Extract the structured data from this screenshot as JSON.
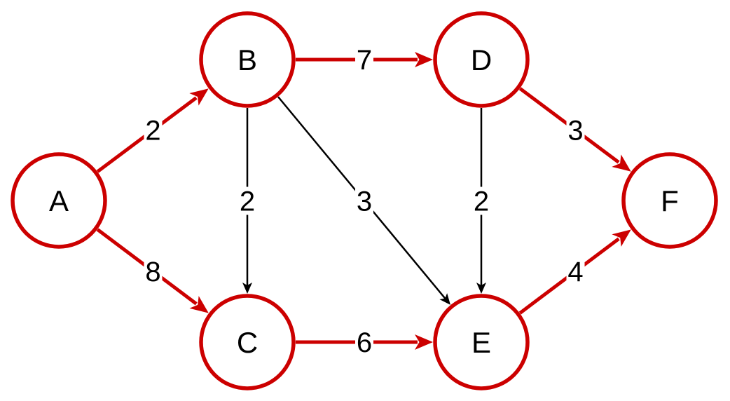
{
  "colors": {
    "highlight": "#CC0000",
    "normal": "#000000",
    "node_fill": "#FFFFFF"
  },
  "nodes": [
    {
      "id": "A",
      "label": "A"
    },
    {
      "id": "B",
      "label": "B"
    },
    {
      "id": "C",
      "label": "C"
    },
    {
      "id": "D",
      "label": "D"
    },
    {
      "id": "E",
      "label": "E"
    },
    {
      "id": "F",
      "label": "F"
    }
  ],
  "edges": [
    {
      "from": "A",
      "to": "B",
      "weight": "2",
      "highlighted": true
    },
    {
      "from": "A",
      "to": "C",
      "weight": "8",
      "highlighted": true
    },
    {
      "from": "B",
      "to": "D",
      "weight": "7",
      "highlighted": true
    },
    {
      "from": "B",
      "to": "C",
      "weight": "2",
      "highlighted": false
    },
    {
      "from": "B",
      "to": "E",
      "weight": "3",
      "highlighted": false
    },
    {
      "from": "C",
      "to": "E",
      "weight": "6",
      "highlighted": true
    },
    {
      "from": "D",
      "to": "E",
      "weight": "2",
      "highlighted": false
    },
    {
      "from": "D",
      "to": "F",
      "weight": "3",
      "highlighted": true
    },
    {
      "from": "E",
      "to": "F",
      "weight": "4",
      "highlighted": true
    }
  ]
}
